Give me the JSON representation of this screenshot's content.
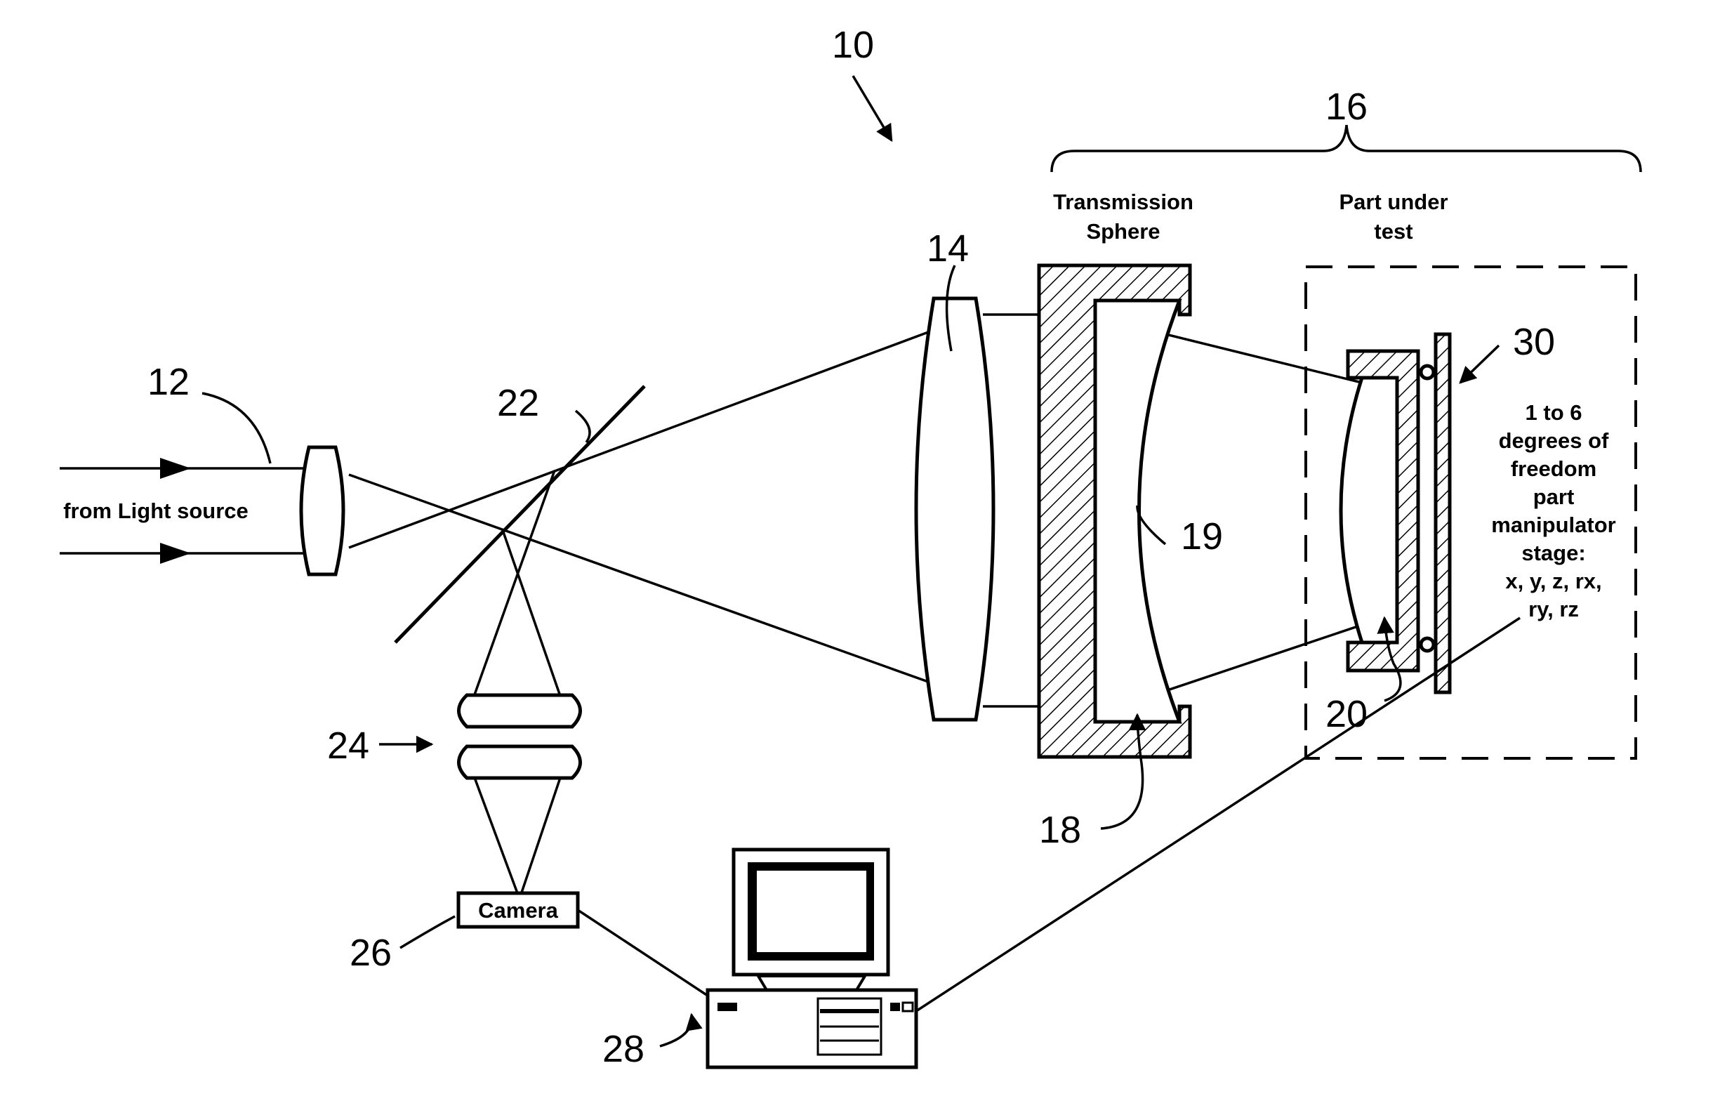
{
  "refs": {
    "system": "10",
    "source_beam": "12",
    "lens": "14",
    "assembly": "16",
    "transmission_sphere_body": "18",
    "reference_surface": "19",
    "part": "20",
    "beamsplitter": "22",
    "imaging_lens": "24",
    "camera": "26",
    "computer": "28",
    "stage": "30"
  },
  "labels": {
    "light_source": "from Light source",
    "camera": "Camera",
    "transmission_sphere": [
      "Transmission",
      "Sphere"
    ],
    "part_under_test": [
      "Part under",
      "test"
    ],
    "stage_description": [
      "1 to 6",
      "degrees of",
      "freedom",
      "part",
      "manipulator",
      "stage:",
      "x, y, z, rx,",
      "ry, rz"
    ]
  },
  "colors": {
    "ink": "#000000",
    "paper": "#ffffff"
  }
}
